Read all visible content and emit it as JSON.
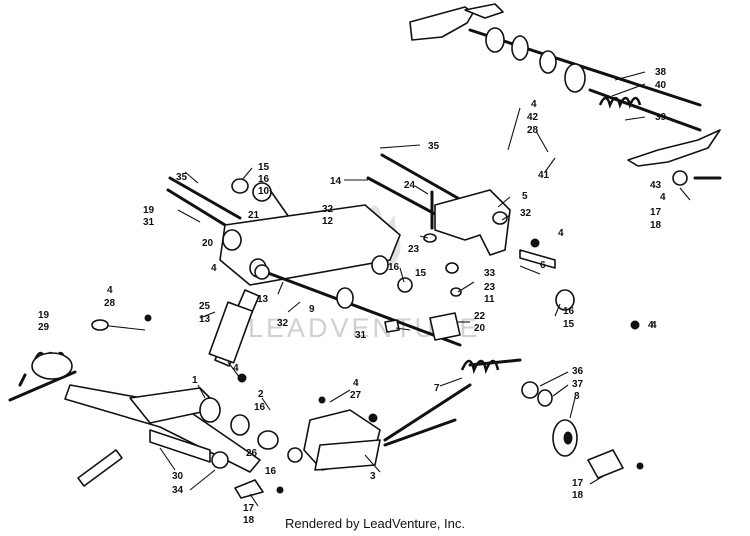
{
  "footer": {
    "text": "Rendered by LeadVenture, Inc."
  },
  "watermark": {
    "text": "LEADVENTURE"
  },
  "callouts": [
    {
      "id": "c38",
      "text": "38"
    },
    {
      "id": "c40",
      "text": "40"
    },
    {
      "id": "c39",
      "text": "39"
    },
    {
      "id": "c4a",
      "text": "4"
    },
    {
      "id": "c42",
      "text": "42"
    },
    {
      "id": "c28a",
      "text": "28"
    },
    {
      "id": "c41",
      "text": "41"
    },
    {
      "id": "c43",
      "text": "43"
    },
    {
      "id": "c4b",
      "text": "4"
    },
    {
      "id": "c17a",
      "text": "17"
    },
    {
      "id": "c18a",
      "text": "18"
    },
    {
      "id": "c35a",
      "text": "35"
    },
    {
      "id": "c14",
      "text": "14"
    },
    {
      "id": "c24",
      "text": "24"
    },
    {
      "id": "c5",
      "text": "5"
    },
    {
      "id": "c32a",
      "text": "32"
    },
    {
      "id": "c4c",
      "text": "4"
    },
    {
      "id": "c15a",
      "text": "15"
    },
    {
      "id": "c16a",
      "text": "16"
    },
    {
      "id": "c10",
      "text": "10"
    },
    {
      "id": "c35b",
      "text": "35"
    },
    {
      "id": "c19a",
      "text": "19"
    },
    {
      "id": "c31a",
      "text": "31"
    },
    {
      "id": "c21",
      "text": "21"
    },
    {
      "id": "c20a",
      "text": "20"
    },
    {
      "id": "c32b",
      "text": "32"
    },
    {
      "id": "c12",
      "text": "12"
    },
    {
      "id": "c23a",
      "text": "23"
    },
    {
      "id": "c6",
      "text": "6"
    },
    {
      "id": "c16b",
      "text": "16"
    },
    {
      "id": "c15b",
      "text": "15"
    },
    {
      "id": "c33",
      "text": "33"
    },
    {
      "id": "c23b",
      "text": "23"
    },
    {
      "id": "c11",
      "text": "11"
    },
    {
      "id": "c4d",
      "text": "4"
    },
    {
      "id": "c13a",
      "text": "13"
    },
    {
      "id": "c9",
      "text": "9"
    },
    {
      "id": "c32c",
      "text": "32"
    },
    {
      "id": "c16c",
      "text": "16"
    },
    {
      "id": "c15c",
      "text": "15"
    },
    {
      "id": "c4e",
      "text": "4"
    },
    {
      "id": "c4f",
      "text": "4"
    },
    {
      "id": "c28b",
      "text": "28"
    },
    {
      "id": "c25",
      "text": "25"
    },
    {
      "id": "c13b",
      "text": "13"
    },
    {
      "id": "c19b",
      "text": "19"
    },
    {
      "id": "c29",
      "text": "29"
    },
    {
      "id": "c4g",
      "text": "4"
    },
    {
      "id": "c31b",
      "text": "31"
    },
    {
      "id": "c22",
      "text": "22"
    },
    {
      "id": "c20b",
      "text": "20"
    },
    {
      "id": "c4h",
      "text": "4"
    },
    {
      "id": "c36",
      "text": "36"
    },
    {
      "id": "c37",
      "text": "37"
    },
    {
      "id": "c8",
      "text": "8"
    },
    {
      "id": "c7",
      "text": "7"
    },
    {
      "id": "c1",
      "text": "1"
    },
    {
      "id": "c2",
      "text": "2"
    },
    {
      "id": "c16d",
      "text": "16"
    },
    {
      "id": "c4i",
      "text": "4"
    },
    {
      "id": "c27",
      "text": "27"
    },
    {
      "id": "c26",
      "text": "26"
    },
    {
      "id": "c16e",
      "text": "16"
    },
    {
      "id": "c3",
      "text": "3"
    },
    {
      "id": "c30",
      "text": "30"
    },
    {
      "id": "c34",
      "text": "34"
    },
    {
      "id": "c17b",
      "text": "17"
    },
    {
      "id": "c18b",
      "text": "18"
    },
    {
      "id": "c17c",
      "text": "17"
    },
    {
      "id": "c18c",
      "text": "18"
    }
  ]
}
